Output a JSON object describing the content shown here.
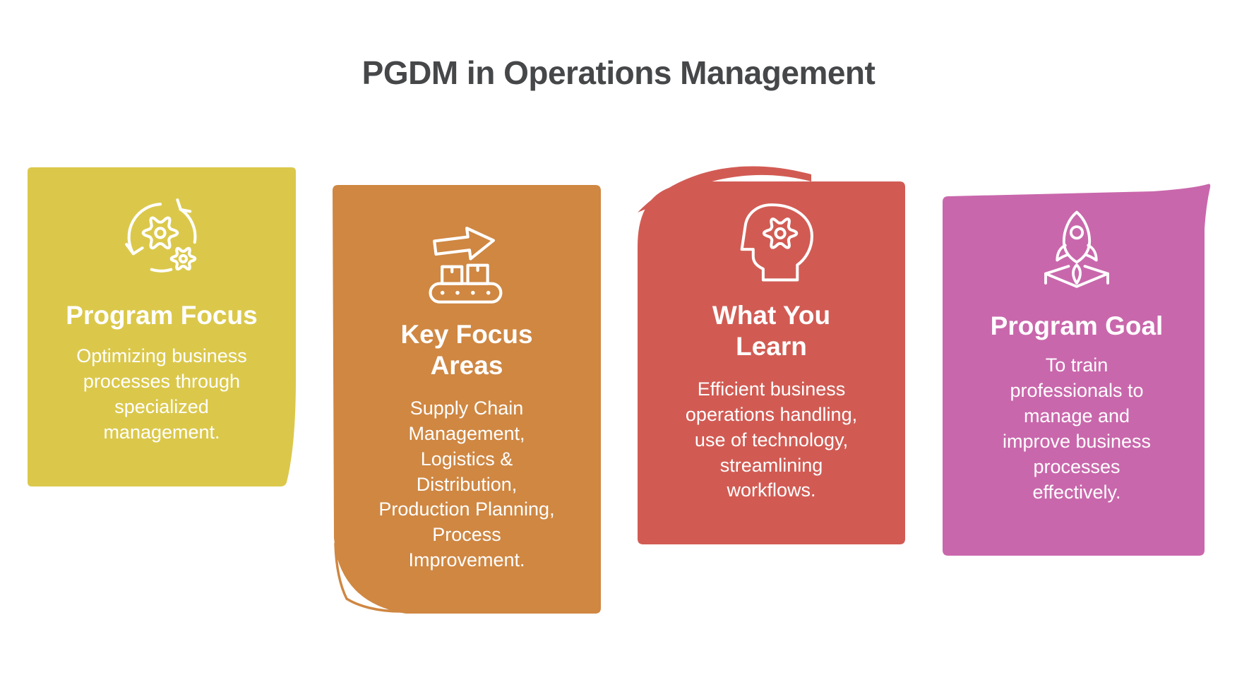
{
  "title": {
    "text": "PGDM in Operations Management",
    "color": "#454749"
  },
  "cards": [
    {
      "heading": "Program Focus",
      "body": "Optimizing business\nprocesses through\nspecialized\nmanagement.",
      "icon": "sync-gears-icon",
      "bg_color": "#dbc84b",
      "text_color": "#ffffff"
    },
    {
      "heading": "Key Focus\nAreas",
      "body": "Supply Chain\nManagement,\nLogistics &\nDistribution,\nProduction Planning,\nProcess\nImprovement.",
      "icon": "conveyor-belt-icon",
      "bg_color": "#cf8742",
      "text_color": "#ffffff"
    },
    {
      "heading": "What You\nLearn",
      "body": "Efficient business\noperations handling,\nuse of technology,\nstreamlining\nworkflows.",
      "icon": "head-gear-icon",
      "bg_color": "#d15b53",
      "text_color": "#ffffff"
    },
    {
      "heading": "Program Goal",
      "body": "To train\nprofessionals to\nmanage and\nimprove business\nprocesses\neffectively.",
      "icon": "rocket-launch-icon",
      "bg_color": "#c967ac",
      "text_color": "#ffffff"
    }
  ]
}
